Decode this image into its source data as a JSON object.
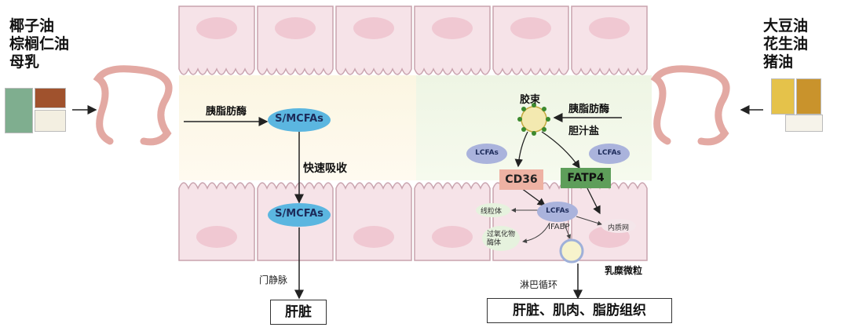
{
  "left_foods": [
    "椰子油",
    "棕榈仁油",
    "母乳"
  ],
  "right_foods": [
    "大豆油",
    "花生油",
    "猪油"
  ],
  "left_pathway": {
    "enzyme": "胰脂肪酶",
    "fatty_acid_top": "S/MCFAs",
    "absorption": "快速吸收",
    "fatty_acid_bottom": "S/MCFAs",
    "vein": "门静脉",
    "destination": "肝脏"
  },
  "right_pathway": {
    "micelle": "胶束",
    "enzyme": "胰脂肪酶",
    "bile": "胆汁盐",
    "lcfa_left": "LCFAs",
    "lcfa_right": "LCFAs",
    "cd36": "CD36",
    "fatp4": "FATP4",
    "lcfa_inner": "LCFAs",
    "mitochondria": "线粒体",
    "er": "内质网",
    "peroxisome": "过氧化物酶体",
    "ifabp": "IFABP",
    "chylomicron": "乳糜微粒",
    "lymph": "淋巴循环",
    "destination": "肝脏、肌肉、脂肪组织"
  }
}
